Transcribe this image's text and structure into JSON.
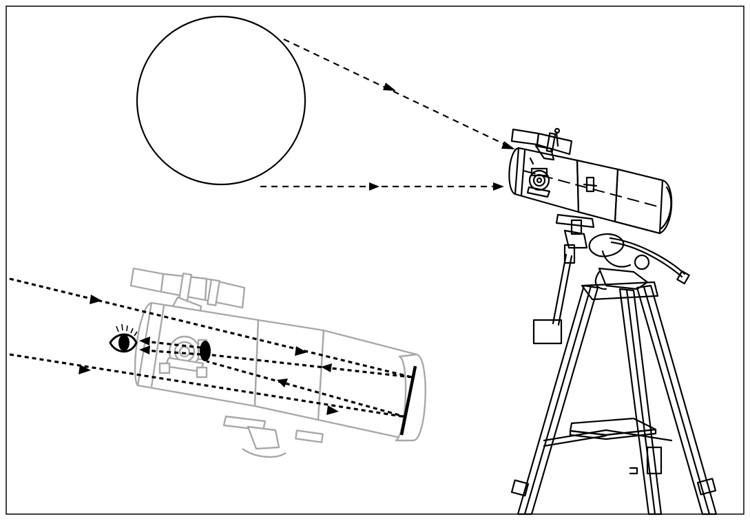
{
  "figure": {
    "description_type": "telescope-optics-diagram",
    "colors": {
      "ink": "#000000",
      "ghost": "#a8a8a8",
      "background": "#ffffff"
    },
    "elements": [
      "light-source-circle",
      "incoming-light-rays",
      "reflector-telescope-on-tripod",
      "telescope-cross-section-ghost",
      "internal-light-path",
      "primary-mirror",
      "secondary-mirror",
      "observer-eye"
    ]
  }
}
